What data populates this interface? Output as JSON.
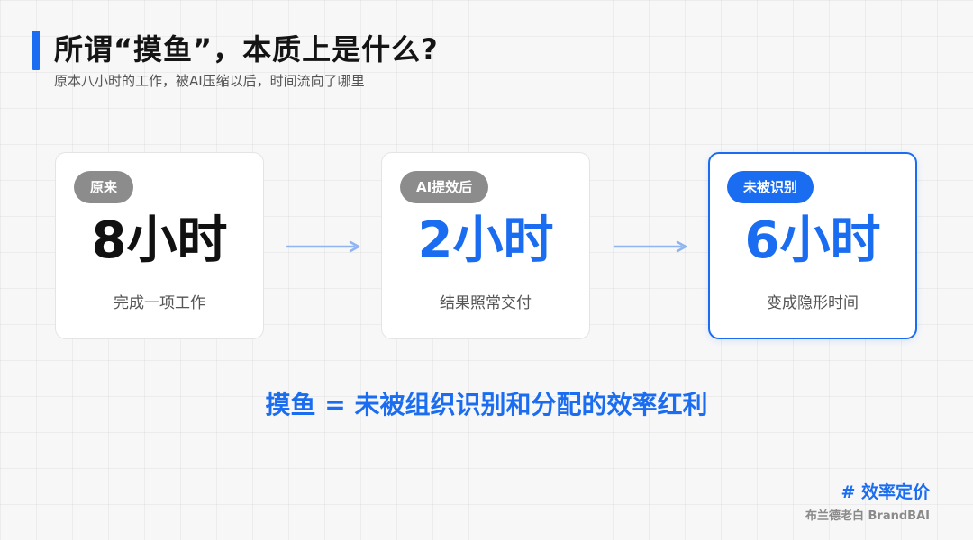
{
  "header": {
    "title": "所谓“摸鱼”，本质上是什么?",
    "subtitle": "原本八小时的工作，被AI压缩以后，时间流向了哪里"
  },
  "cards": [
    {
      "tag": "原来",
      "value": "8小时",
      "description": "完成一项工作"
    },
    {
      "tag": "AI提效后",
      "value": "2小时",
      "description": "结果照常交付"
    },
    {
      "tag": "未被识别",
      "value": "6小时",
      "description": "变成隐形时间"
    }
  ],
  "conclusion": "摸鱼 = 未被组织识别和分配的效率红利",
  "footer": {
    "hashtag": "# 效率定价",
    "brand": "布兰德老白 BrandBAI"
  },
  "colors": {
    "accent": "#1a6cf0",
    "arrow": "#8fb4f0",
    "pill_gray": "#8c8c8c"
  }
}
